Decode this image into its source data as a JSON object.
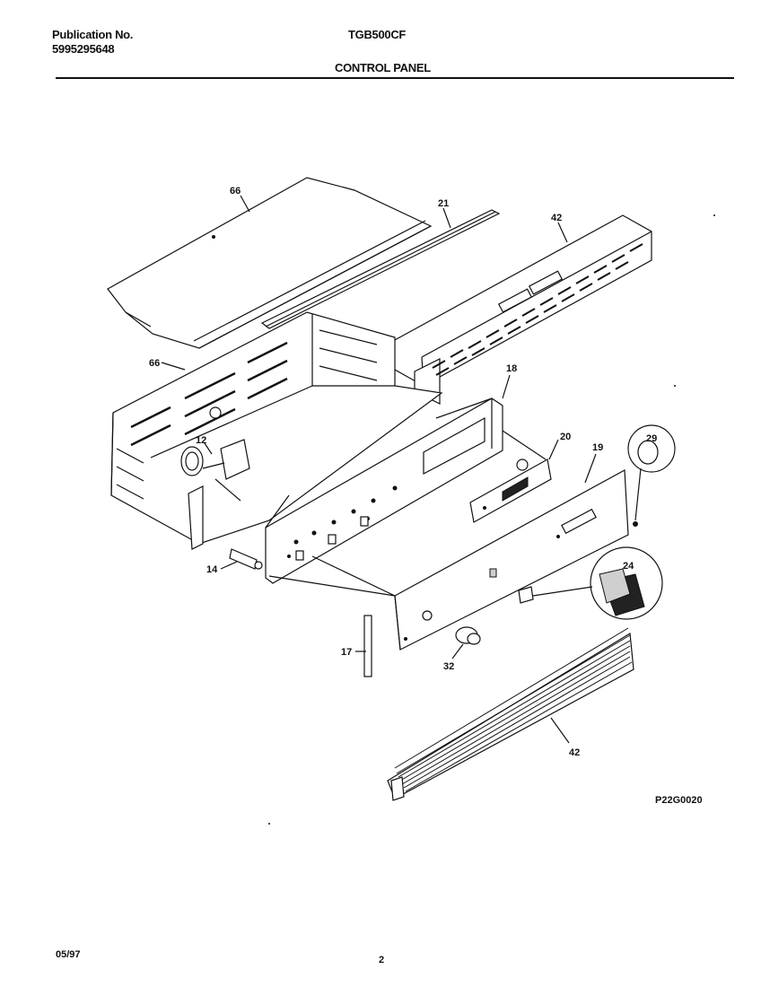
{
  "header": {
    "publication_label": "Publication No.",
    "publication_number": "5995295648",
    "model": "TGB500CF",
    "section_title": "CONTROL PANEL"
  },
  "callouts": {
    "c66a": "66",
    "c21": "21",
    "c42a": "42",
    "c66b": "66",
    "c18": "18",
    "c20": "20",
    "c19": "19",
    "c29": "29",
    "c12": "12",
    "c14": "14",
    "c24": "24",
    "c17": "17",
    "c32": "32",
    "c42b": "42"
  },
  "diagram_code": "P22G0020",
  "footer": {
    "date": "05/97",
    "page": "2"
  }
}
